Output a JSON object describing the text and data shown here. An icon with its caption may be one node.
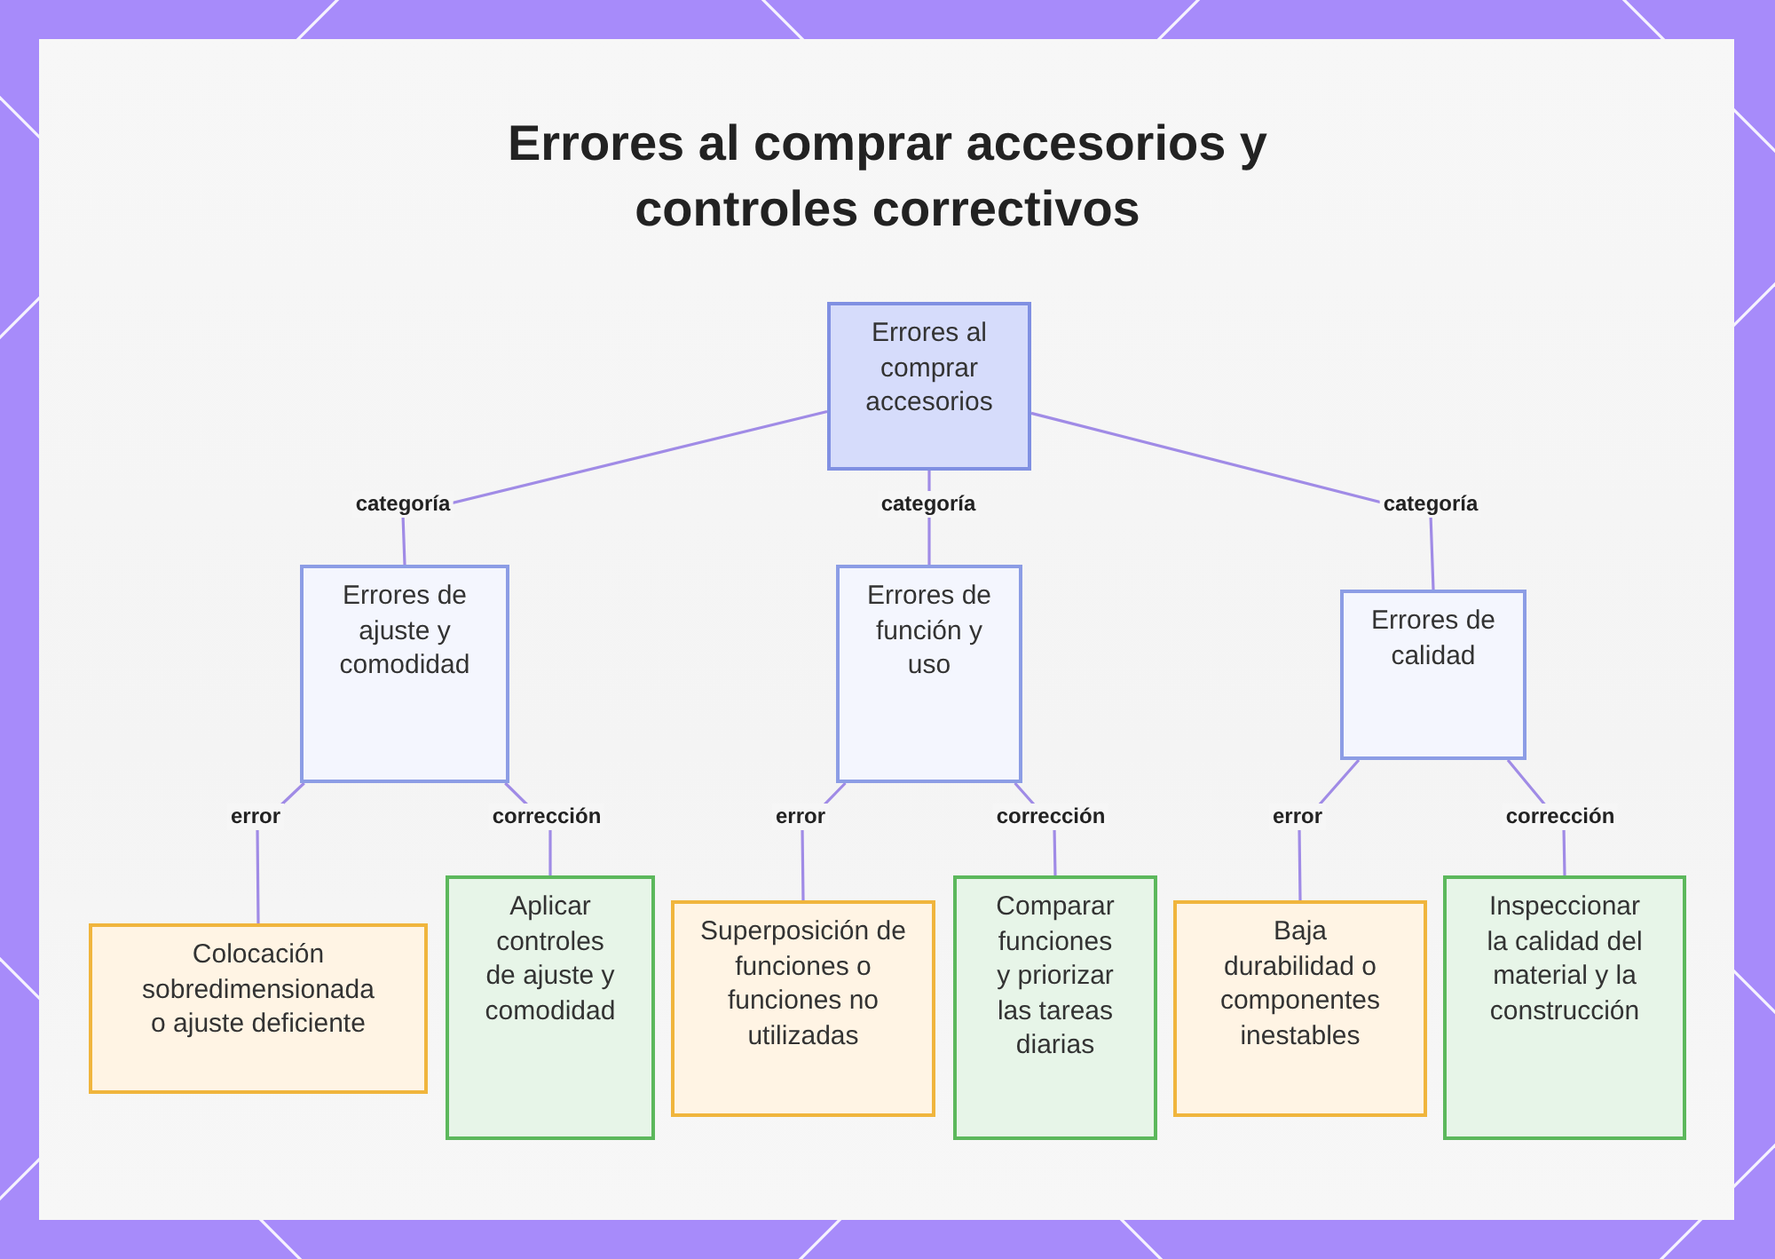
{
  "diagram": {
    "title": "Errores al comprar accesorios y controles correctivos",
    "nodes": [
      {
        "text": [
          "Errores al comprar accesorios"
        ]
      },
      {
        "text": [
          "Errores de ajuste y comodidad"
        ]
      },
      {
        "text": [
          "Errores de función y uso"
        ]
      },
      {
        "text": [
          "Errores de calidad"
        ]
      },
      {
        "text": [
          "Colocación sobredimensionada o ajuste deficiente"
        ]
      },
      {
        "text": [
          "Aplicar controles de ajuste y comodidad"
        ]
      },
      {
        "text": [
          "Superposición de funciones o funciones no utilizadas"
        ]
      },
      {
        "text": [
          "Comparar funciones y priorizar las tareas diarias"
        ]
      },
      {
        "text": [
          "Baja durabilidad o componentes inestables"
        ]
      },
      {
        "text": [
          "Inspeccionar la calidad del material y la construcción"
        ]
      }
    ],
    "edges": [
      {
        "from": 0,
        "to": 1,
        "arrow": "none",
        "label": "categoría"
      },
      {
        "from": 0,
        "to": 2,
        "arrow": "none",
        "label": "categoría"
      },
      {
        "from": 0,
        "to": 3,
        "arrow": "none",
        "label": "categoría"
      },
      {
        "from": 1,
        "to": 4,
        "arrow": "none",
        "label": "error"
      },
      {
        "from": 1,
        "to": 5,
        "arrow": "none",
        "label": "corrección"
      },
      {
        "from": 2,
        "to": 6,
        "arrow": "none",
        "label": "error"
      },
      {
        "from": 2,
        "to": 7,
        "arrow": "none",
        "label": "corrección"
      },
      {
        "from": 3,
        "to": 8,
        "arrow": "none",
        "label": "error"
      },
      {
        "from": 3,
        "to": 9,
        "arrow": "none",
        "label": "corrección"
      }
    ]
  }
}
